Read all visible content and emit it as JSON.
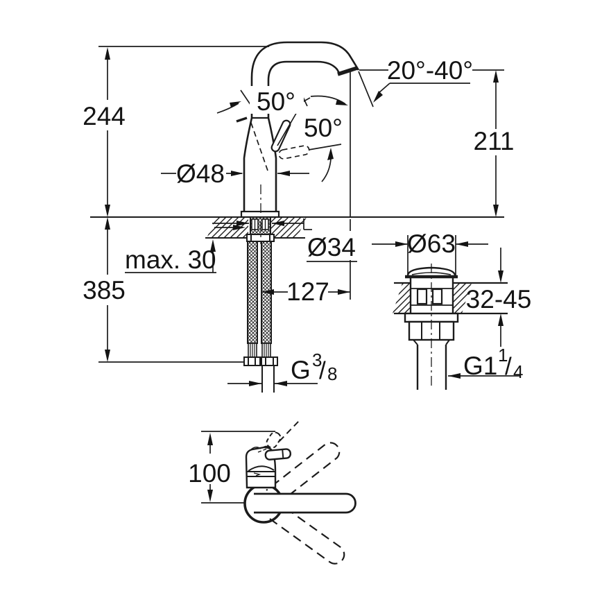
{
  "colors": {
    "line": "#1b1b1b",
    "background": "#ffffff"
  },
  "front_view": {
    "dim_height_above": "244",
    "dim_height_below": "385",
    "lever_angle_1": "50°",
    "lever_angle_2": "50°",
    "spout_angle_range": "20°-40°",
    "dim_outlet_height": "211",
    "dim_body_diameter": "Ø48",
    "dim_hole_diameter": "Ø34",
    "dim_deck_thickness": "max. 30",
    "dim_spout_projection": "127",
    "thread_supply": {
      "base": "G",
      "sup": "3",
      "slash": "/",
      "sub": "8"
    }
  },
  "waste_view": {
    "dim_cap_diameter": "Ø63",
    "dim_deck_range": "32-45",
    "thread_waste": {
      "base": "G1",
      "sup": "1",
      "slash": "/",
      "sub": "4"
    }
  },
  "plan_view": {
    "dim_lever_height": "100"
  }
}
